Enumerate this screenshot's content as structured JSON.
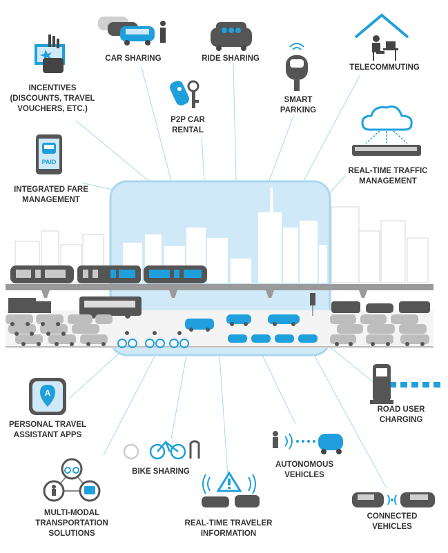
{
  "colors": {
    "accent": "#1FA0DC",
    "dark": "#555555",
    "mid": "#8c8c8c",
    "light": "#cfcfcf",
    "sky": "#cfe9f8",
    "line": "#a9d7ee",
    "text": "#333333"
  },
  "labels": {
    "incentives": [
      "INCENTIVES",
      "(DISCOUNTS, TRAVEL",
      "VOUCHERS, ETC.)"
    ],
    "car_sharing": [
      "CAR SHARING"
    ],
    "ride_sharing": [
      "RIDE SHARING"
    ],
    "telecommuting": [
      "TELECOMMUTING"
    ],
    "p2p_car_rental": [
      "P2P CAR",
      "RENTAL"
    ],
    "smart_parking": [
      "SMART",
      "PARKING"
    ],
    "integrated_fare": [
      "INTEGRATED FARE",
      "MANAGEMENT"
    ],
    "traffic_mgmt": [
      "REAL-TIME TRAFFIC",
      "MANAGEMENT"
    ],
    "personal_travel": [
      "PERSONAL TRAVEL",
      "ASSISTANT APPS"
    ],
    "road_user": [
      "ROAD USER",
      "CHARGING"
    ],
    "bike_sharing": [
      "BIKE SHARING"
    ],
    "autonomous": [
      "AUTONOMOUS",
      "VEHICLES"
    ],
    "multimodal": [
      "MULTI-MODAL",
      "TRANSPORTATION",
      "SOLUTIONS"
    ],
    "traveler_info": [
      "REAL-TIME TRAVELER",
      "INFORMATION"
    ],
    "connected": [
      "CONNECTED",
      "VEHICLES"
    ]
  },
  "icon_text": {
    "paid": "PAID",
    "app_letter": "A"
  },
  "icons": [
    "incentives-icon",
    "car-sharing-icon",
    "ride-sharing-icon",
    "telecommuting-icon",
    "p2p-key-icon",
    "parking-meter-icon",
    "fare-phone-icon",
    "traffic-cloud-icon",
    "travel-app-icon",
    "toll-gate-icon",
    "bike-sharing-icon",
    "autonomous-vehicle-icon",
    "multimodal-icon",
    "warning-sign-icon",
    "connected-cars-icon"
  ]
}
